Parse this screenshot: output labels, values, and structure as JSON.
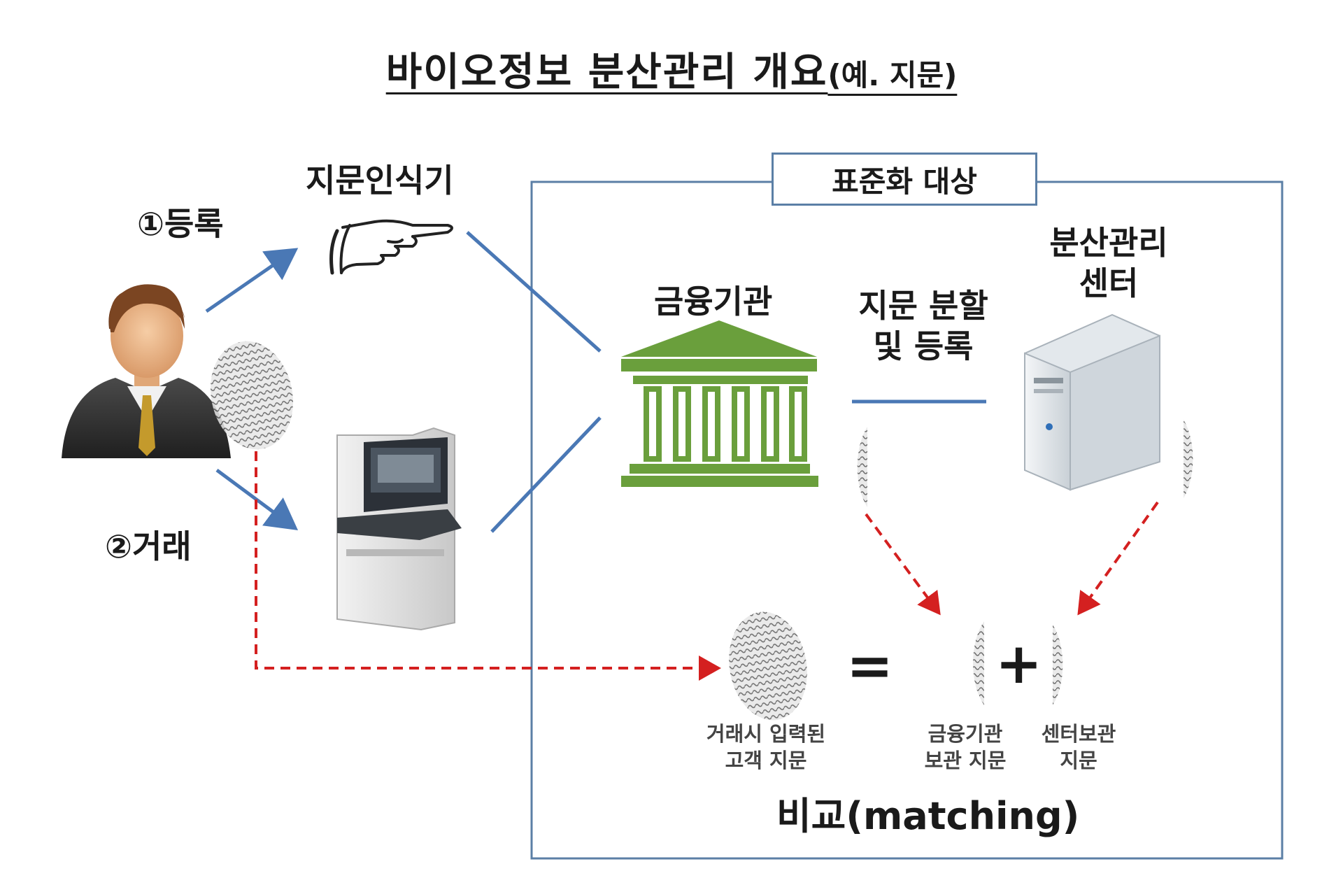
{
  "title": {
    "main": "바이오정보 분산관리 개요",
    "sub": "(예. 지문)"
  },
  "labels": {
    "register": "①등록",
    "transaction": "②거래",
    "fingerprint_reader": "지문인식기",
    "standardization_target": "표준화 대상",
    "financial_institution": "금융기관",
    "split_register_line1": "지문 분할",
    "split_register_line2": "및 등록",
    "distributed_center_line1": "분산관리",
    "distributed_center_line2": "센터",
    "matching": "비교(matching)",
    "equals": "=",
    "plus": "+"
  },
  "captions": {
    "input_fp_line1": "거래시 입력된",
    "input_fp_line2": "고객 지문",
    "bank_fp_line1": "금융기관",
    "bank_fp_line2": "보관 지문",
    "center_fp_line1": "센터보관",
    "center_fp_line2": "지문"
  },
  "colors": {
    "blue_line": "#4a78b5",
    "red_dashed": "#d42020",
    "frame": "#5b7fa6",
    "bank_green": "#6a9f3c"
  },
  "icons": [
    "person-icon",
    "hand-pointing-icon",
    "fingerprint-icon",
    "atm-icon",
    "bank-building-icon",
    "server-icon"
  ]
}
